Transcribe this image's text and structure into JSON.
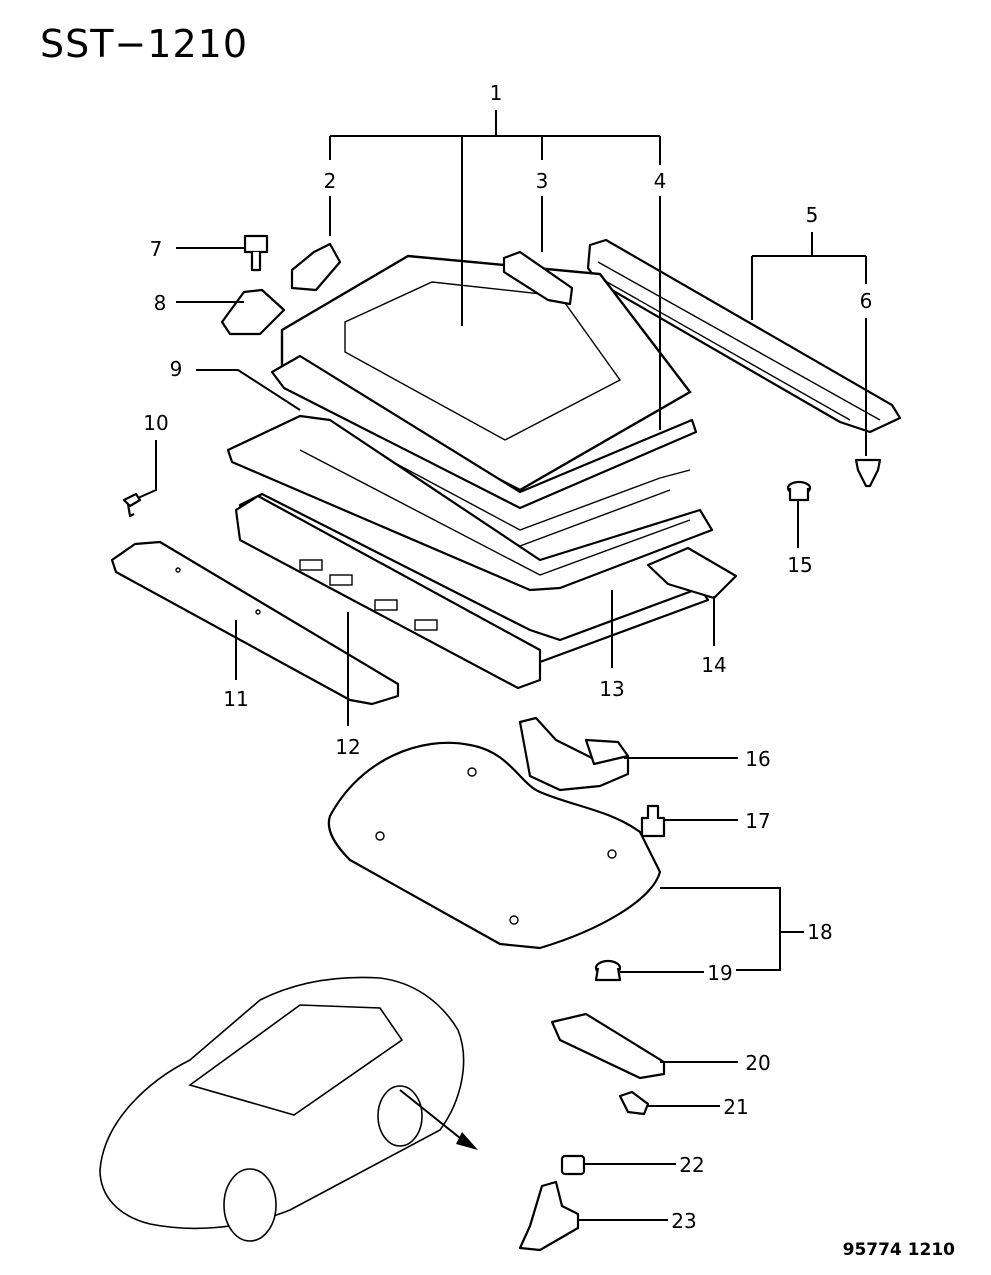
{
  "header": {
    "title": "SST−1210"
  },
  "footer": {
    "code": "95774  1210"
  },
  "callouts": {
    "c1": "1",
    "c2": "2",
    "c3": "3",
    "c4": "4",
    "c5": "5",
    "c6": "6",
    "c7": "7",
    "c8": "8",
    "c9": "9",
    "c10": "10",
    "c11": "11",
    "c12": "12",
    "c13": "13",
    "c14": "14",
    "c15": "15",
    "c16": "16",
    "c17": "17",
    "c18": "18",
    "c19": "19",
    "c20": "20",
    "c21": "21",
    "c22": "22",
    "c23": "23"
  }
}
